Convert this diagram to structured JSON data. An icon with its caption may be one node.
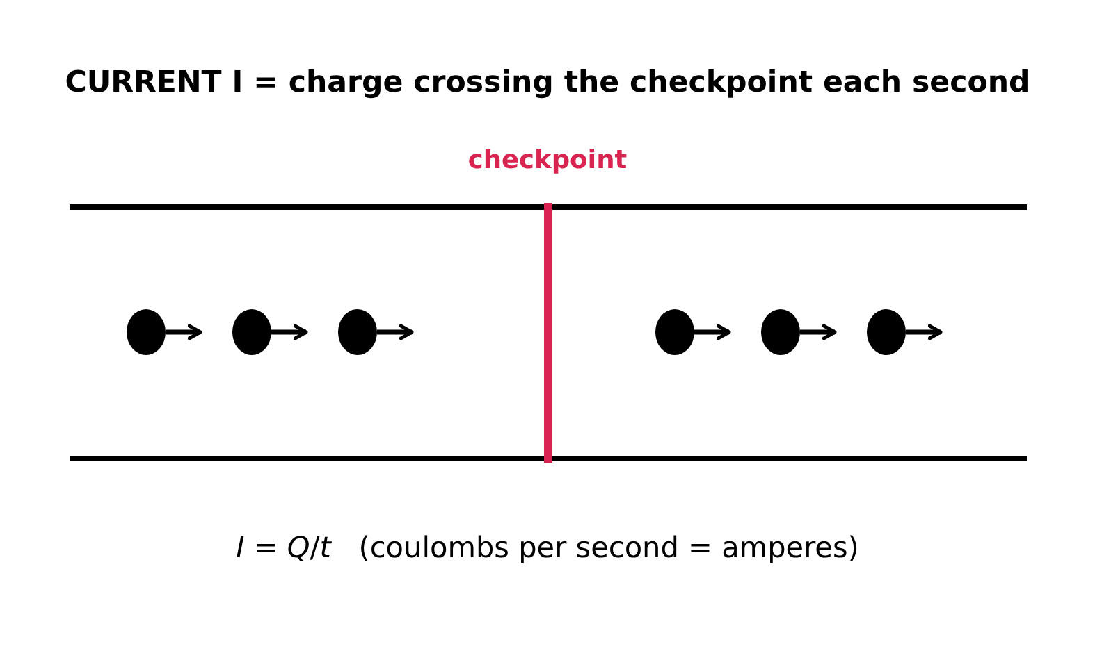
{
  "diagram": {
    "title": "CURRENT I = charge crossing the checkpoint each second",
    "labels": [
      "checkpoint",
      "*I* = *Q*/*t*   (coulombs per second = amperes)"
    ]
  }
}
